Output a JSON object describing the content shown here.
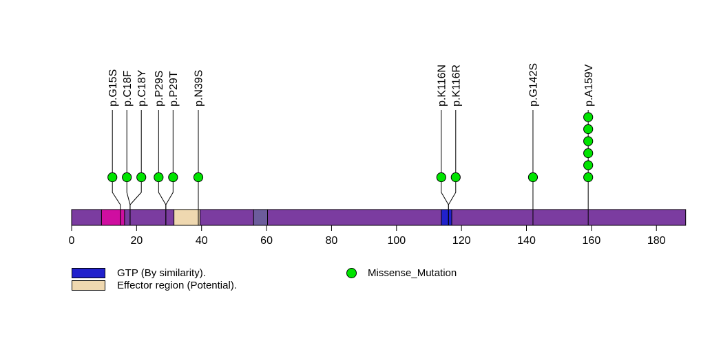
{
  "chart_data": {
    "type": "lollipop",
    "title": "",
    "protein_length": 189,
    "xlim": [
      0,
      189
    ],
    "x_ticks": [
      0,
      20,
      40,
      60,
      80,
      100,
      120,
      140,
      160,
      180
    ],
    "track_color": "#7B3CA0",
    "mutation_color": "#00E400",
    "stroke_color": "#000000",
    "domains": [
      {
        "start": 9.2,
        "end": 16.3,
        "color": "#CF0EA0"
      },
      {
        "start": 31.5,
        "end": 39.5,
        "color": "#EFD8B0"
      },
      {
        "start": 56.0,
        "end": 60.3,
        "color": "#6C5C9C"
      },
      {
        "start": 113.8,
        "end": 117.0,
        "color": "#2121CC"
      }
    ],
    "mutations": [
      {
        "label": "p.G15S",
        "position": 15,
        "count": 1,
        "type": "Missense_Mutation"
      },
      {
        "label": "p.C18F",
        "position": 18,
        "count": 1,
        "type": "Missense_Mutation"
      },
      {
        "label": "p.C18Y",
        "position": 18,
        "count": 1,
        "type": "Missense_Mutation"
      },
      {
        "label": "p.P29S",
        "position": 29,
        "count": 1,
        "type": "Missense_Mutation"
      },
      {
        "label": "p.P29T",
        "position": 29,
        "count": 1,
        "type": "Missense_Mutation"
      },
      {
        "label": "p.N39S",
        "position": 39,
        "count": 1,
        "type": "Missense_Mutation"
      },
      {
        "label": "p.K116N",
        "position": 116,
        "count": 1,
        "type": "Missense_Mutation"
      },
      {
        "label": "p.K116R",
        "position": 116,
        "count": 1,
        "type": "Missense_Mutation"
      },
      {
        "label": "p.G142S",
        "position": 142,
        "count": 1,
        "type": "Missense_Mutation"
      },
      {
        "label": "p.A159V",
        "position": 159,
        "count": 6,
        "type": "Missense_Mutation"
      }
    ]
  },
  "legend": {
    "items": [
      {
        "label": "GTP (By similarity).",
        "color": "#2121CC",
        "shape": "rect"
      },
      {
        "label": "Effector region (Potential).",
        "color": "#EFD8B0",
        "shape": "rect"
      },
      {
        "label": "Missense_Mutation",
        "color": "#00E400",
        "shape": "circle"
      }
    ]
  }
}
